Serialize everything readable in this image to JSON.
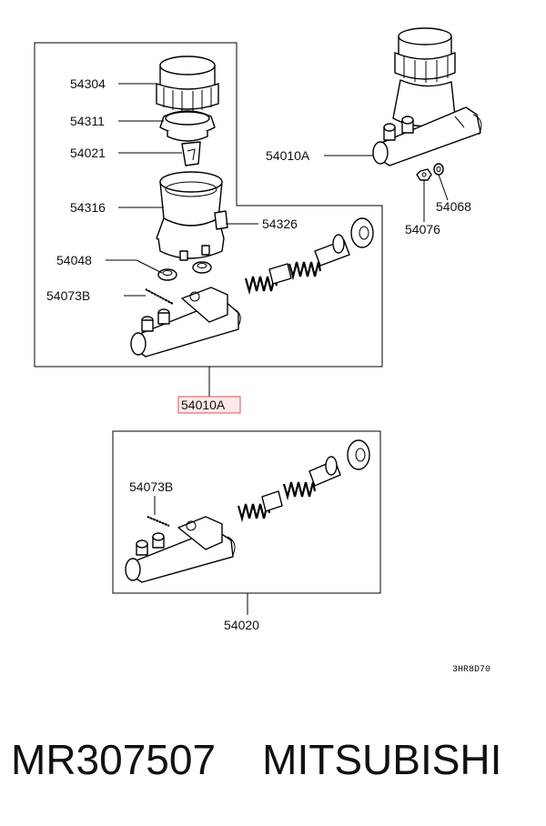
{
  "labels": {
    "cap": "54304",
    "gasket": "54311",
    "strainer": "54021",
    "reservoir": "54316",
    "band": "54326",
    "grommet": "54048",
    "pin_upper": "54073B",
    "assy_top_right": "54010A",
    "washer": "54068",
    "nut": "54076",
    "assy_highlight": "54010A",
    "pin_lower": "54073B",
    "cylinder_kit": "54020"
  },
  "diagram_code": "3HR8D70",
  "caption": {
    "part_number": "MR307507",
    "brand": "MITSUBISHI"
  },
  "colors": {
    "highlight_border": "#e05050",
    "highlight_fill": "#fde9e9"
  }
}
